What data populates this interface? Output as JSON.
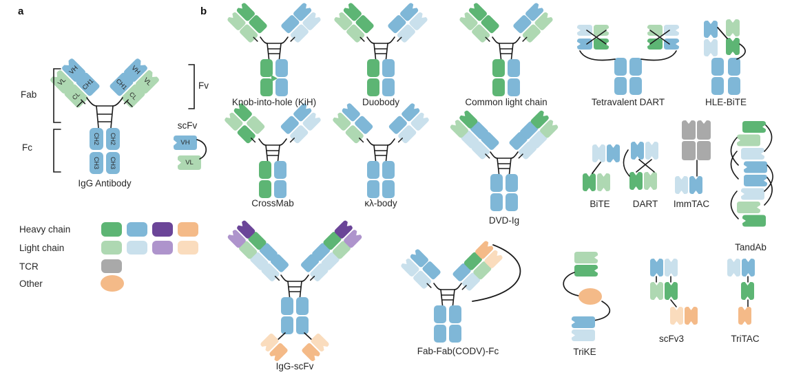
{
  "panel_a": {
    "label": "a",
    "antibody_label": "IgG Antibody",
    "scfv_label": "scFv",
    "region_labels": {
      "fab": "Fab",
      "fc": "Fc",
      "fv": "Fv"
    },
    "domain_labels": {
      "vh": "VH",
      "vl": "VL",
      "ch1": "CH1",
      "cl": "CL",
      "ch2": "CH2",
      "ch3": "CH3"
    }
  },
  "legend": {
    "heavy_label": "Heavy chain",
    "light_label": "Light chain",
    "tcr_label": "TCR",
    "other_label": "Other",
    "heavy_colors": [
      "#5db574",
      "#7fb7d7",
      "#6b4598",
      "#f4ba88"
    ],
    "light_colors": [
      "#aed8b2",
      "#c9e0ec",
      "#ae94cc",
      "#fadcbd"
    ],
    "tcr_color": "#a9a9a9",
    "other_color": "#f4ba88"
  },
  "panel_b": {
    "label": "b",
    "formats": [
      {
        "id": "kih",
        "label": "Knob-into-hole (KiH)"
      },
      {
        "id": "duobody",
        "label": "Duobody"
      },
      {
        "id": "clc",
        "label": "Common light chain"
      },
      {
        "id": "tdart",
        "label": "Tetravalent DART"
      },
      {
        "id": "hlebite",
        "label": "HLE-BiTE"
      },
      {
        "id": "crossmab",
        "label": "CrossMab"
      },
      {
        "id": "klbody",
        "label": "κλ-body"
      },
      {
        "id": "dvdig",
        "label": "DVD-Ig"
      },
      {
        "id": "bite",
        "label": "BiTE"
      },
      {
        "id": "dart",
        "label": "DART"
      },
      {
        "id": "immtac",
        "label": "ImmTAC"
      },
      {
        "id": "tandab",
        "label": "TandAb"
      },
      {
        "id": "iggscfv",
        "label": "IgG-scFv"
      },
      {
        "id": "codv",
        "label": "Fab-Fab(CODV)-Fc"
      },
      {
        "id": "trike",
        "label": "TriKE"
      },
      {
        "id": "scfv3",
        "label": "scFv3"
      },
      {
        "id": "tritac",
        "label": "TriTAC"
      }
    ]
  },
  "palette": {
    "heavy_green": "#5db574",
    "light_green": "#aed8b2",
    "heavy_blue": "#7fb7d7",
    "light_blue": "#c9e0ec",
    "heavy_purple": "#6b4598",
    "light_purple": "#ae94cc",
    "heavy_orange": "#f4ba88",
    "light_orange": "#fadcbd",
    "tcr_gray": "#a9a9a9",
    "line": "#1a1a1a",
    "text": "#262626"
  }
}
